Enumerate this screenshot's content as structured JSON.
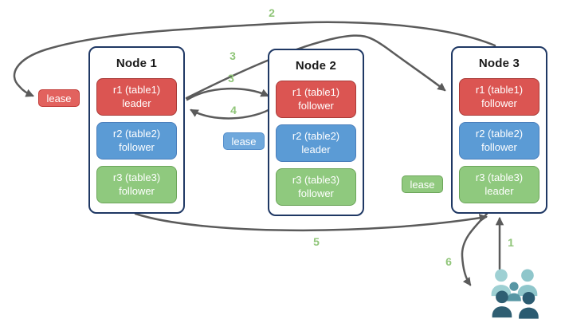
{
  "diagram": {
    "nodes": [
      {
        "title": "Node 1",
        "replicas": [
          {
            "label": "r1 (table1)",
            "role": "leader",
            "color": "red"
          },
          {
            "label": "r2 (table2)",
            "role": "follower",
            "color": "blue"
          },
          {
            "label": "r3 (table3)",
            "role": "follower",
            "color": "green"
          }
        ]
      },
      {
        "title": "Node 2",
        "replicas": [
          {
            "label": "r1 (table1)",
            "role": "follower",
            "color": "red"
          },
          {
            "label": "r2 (table2)",
            "role": "leader",
            "color": "blue"
          },
          {
            "label": "r3 (table3)",
            "role": "follower",
            "color": "green"
          }
        ]
      },
      {
        "title": "Node 3",
        "replicas": [
          {
            "label": "r1 (table1)",
            "role": "follower",
            "color": "red"
          },
          {
            "label": "r2 (table2)",
            "role": "follower",
            "color": "blue"
          },
          {
            "label": "r3 (table3)",
            "role": "leader",
            "color": "green"
          }
        ]
      }
    ],
    "leases": [
      {
        "label": "lease",
        "color": "red"
      },
      {
        "label": "lease",
        "color": "blue"
      },
      {
        "label": "lease",
        "color": "green"
      }
    ],
    "steps": {
      "s1": "1",
      "s2": "2",
      "s3a": "3",
      "s3b": "3",
      "s4": "4",
      "s5": "5",
      "s6": "6"
    },
    "icons": {
      "clients": "clients-group-icon"
    }
  },
  "colors": {
    "replica_red": "#DB5552",
    "replica_blue": "#5B9BD5",
    "replica_green": "#8FC97E",
    "lease_red": "#E2625E",
    "lease_blue": "#6FA8DC",
    "lease_green": "#90C97E",
    "node_border_navy": "#1F3864",
    "arrow_gray": "#5B5B5B",
    "step_label_green": "#8FC578",
    "clients_teal_light": "#9ED0D3",
    "clients_teal_mid": "#5796A4",
    "clients_teal_dark": "#2E5E72"
  }
}
